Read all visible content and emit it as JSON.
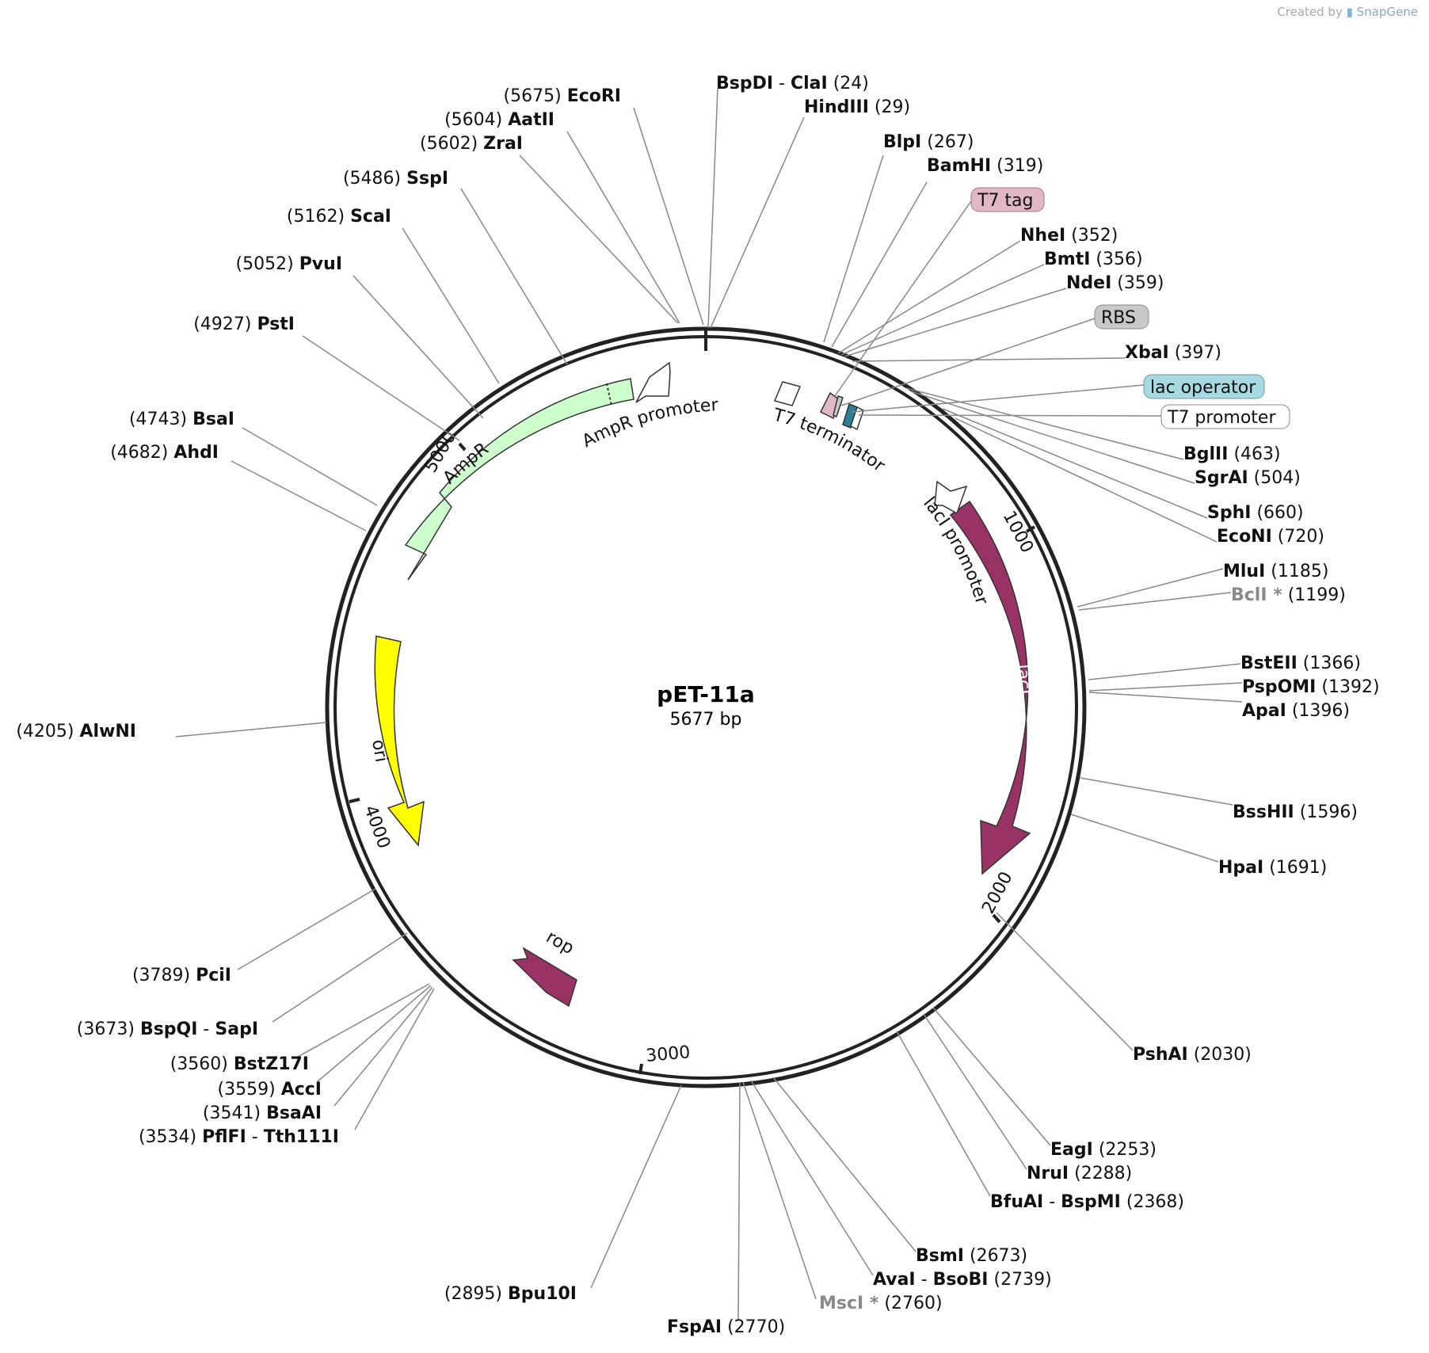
{
  "credit": {
    "prefix": "Created by",
    "brand": "SnapGene"
  },
  "plasmid": {
    "name": "pET-11a",
    "size_label": "5677 bp"
  },
  "ticks": [
    {
      "label": "1000",
      "bp": 1000
    },
    {
      "label": "2000",
      "bp": 2000
    },
    {
      "label": "3000",
      "bp": 3000
    },
    {
      "label": "4000",
      "bp": 4000
    },
    {
      "label": "5000",
      "bp": 5000
    }
  ],
  "features": [
    {
      "name": "AmpR",
      "label": "AmpR",
      "color": "#ccffcc"
    },
    {
      "name": "AmpR promoter",
      "label": "AmpR promoter",
      "color": "#ffffff"
    },
    {
      "name": "ori",
      "label": "ori",
      "color": "#ffff00"
    },
    {
      "name": "rop",
      "label": "rop",
      "color": "#993366"
    },
    {
      "name": "lacI",
      "label": "lacI",
      "color": "#993366"
    },
    {
      "name": "lacI promoter",
      "label": "lacI promoter",
      "color": "#ffffff"
    },
    {
      "name": "T7 terminator",
      "label": "T7 terminator",
      "color": "#ffffff"
    },
    {
      "name": "T7 tag",
      "label": "T7 tag",
      "color": "#e0b8c8"
    },
    {
      "name": "RBS",
      "label": "RBS",
      "color": "#c8c8c8"
    },
    {
      "name": "lac operator",
      "label": "lac operator",
      "color": "#a8d8e0"
    },
    {
      "name": "T7 promoter",
      "label": "T7 promoter",
      "color": "#ffffff"
    }
  ],
  "sites": [
    {
      "id": "bspdi-clai",
      "parts": [
        "BspDI",
        "ClaI"
      ],
      "pos": "(24)"
    },
    {
      "id": "hindiii",
      "parts": [
        "HindIII"
      ],
      "pos": "(29)"
    },
    {
      "id": "blpi",
      "parts": [
        "BlpI"
      ],
      "pos": "(267)"
    },
    {
      "id": "bamhi",
      "parts": [
        "BamHI"
      ],
      "pos": "(319)"
    },
    {
      "id": "nhei",
      "parts": [
        "NheI"
      ],
      "pos": "(352)"
    },
    {
      "id": "bmti",
      "parts": [
        "BmtI"
      ],
      "pos": "(356)"
    },
    {
      "id": "ndei",
      "parts": [
        "NdeI"
      ],
      "pos": "(359)"
    },
    {
      "id": "xbai",
      "parts": [
        "XbaI"
      ],
      "pos": "(397)"
    },
    {
      "id": "bglii",
      "parts": [
        "BglII"
      ],
      "pos": "(463)"
    },
    {
      "id": "sgrai",
      "parts": [
        "SgrAI"
      ],
      "pos": "(504)"
    },
    {
      "id": "sphi",
      "parts": [
        "SphI"
      ],
      "pos": "(660)"
    },
    {
      "id": "econi",
      "parts": [
        "EcoNI"
      ],
      "pos": "(720)"
    },
    {
      "id": "mlui",
      "parts": [
        "MluI"
      ],
      "pos": "(1185)"
    },
    {
      "id": "bcli",
      "parts": [
        "BclI *"
      ],
      "pos": "(1199)",
      "muted": true
    },
    {
      "id": "bsteii",
      "parts": [
        "BstEII"
      ],
      "pos": "(1366)"
    },
    {
      "id": "pspomi",
      "parts": [
        "PspOMI"
      ],
      "pos": "(1392)"
    },
    {
      "id": "apai",
      "parts": [
        "ApaI"
      ],
      "pos": "(1396)"
    },
    {
      "id": "bsshii",
      "parts": [
        "BssHII"
      ],
      "pos": "(1596)"
    },
    {
      "id": "hpai",
      "parts": [
        "HpaI"
      ],
      "pos": "(1691)"
    },
    {
      "id": "pshai",
      "parts": [
        "PshAI"
      ],
      "pos": "(2030)"
    },
    {
      "id": "eagi",
      "parts": [
        "EagI"
      ],
      "pos": "(2253)"
    },
    {
      "id": "nrui",
      "parts": [
        "NruI"
      ],
      "pos": "(2288)"
    },
    {
      "id": "bfuai-bspmi",
      "parts": [
        "BfuAI",
        "BspMI"
      ],
      "pos": "(2368)"
    },
    {
      "id": "bsmi",
      "parts": [
        "BsmI"
      ],
      "pos": "(2673)"
    },
    {
      "id": "avai-bsobi",
      "parts": [
        "AvaI",
        "BsoBI"
      ],
      "pos": "(2739)"
    },
    {
      "id": "msci",
      "parts": [
        "MscI *"
      ],
      "pos": "(2760)",
      "muted": true
    },
    {
      "id": "fspai",
      "parts": [
        "FspAI"
      ],
      "pos": "(2770)"
    },
    {
      "id": "bpu10i",
      "parts": [
        "Bpu10I"
      ],
      "pos": "(2895)"
    },
    {
      "id": "pflfi-tth111i",
      "parts": [
        "PflFI",
        "Tth111I"
      ],
      "pos": "(3534)"
    },
    {
      "id": "bsaai",
      "parts": [
        "BsaAI"
      ],
      "pos": "(3541)"
    },
    {
      "id": "acci",
      "parts": [
        "AccI"
      ],
      "pos": "(3559)"
    },
    {
      "id": "bstz17i",
      "parts": [
        "BstZ17I"
      ],
      "pos": "(3560)"
    },
    {
      "id": "bspqi-sapi",
      "parts": [
        "BspQI",
        "SapI"
      ],
      "pos": "(3673)"
    },
    {
      "id": "pcii",
      "parts": [
        "PciI"
      ],
      "pos": "(3789)"
    },
    {
      "id": "alwni",
      "parts": [
        "AlwNI"
      ],
      "pos": "(4205)"
    },
    {
      "id": "ahdi",
      "parts": [
        "AhdI"
      ],
      "pos": "(4682)"
    },
    {
      "id": "bsai",
      "parts": [
        "BsaI"
      ],
      "pos": "(4743)"
    },
    {
      "id": "psti",
      "parts": [
        "PstI"
      ],
      "pos": "(4927)"
    },
    {
      "id": "pvui",
      "parts": [
        "PvuI"
      ],
      "pos": "(5052)"
    },
    {
      "id": "scai",
      "parts": [
        "ScaI"
      ],
      "pos": "(5162)"
    },
    {
      "id": "sspi",
      "parts": [
        "SspI"
      ],
      "pos": "(5486)"
    },
    {
      "id": "zrai",
      "parts": [
        "ZraI"
      ],
      "pos": "(5602)"
    },
    {
      "id": "aatii",
      "parts": [
        "AatII"
      ],
      "pos": "(5604)"
    },
    {
      "id": "ecori",
      "parts": [
        "EcoRI"
      ],
      "pos": "(5675)"
    }
  ]
}
